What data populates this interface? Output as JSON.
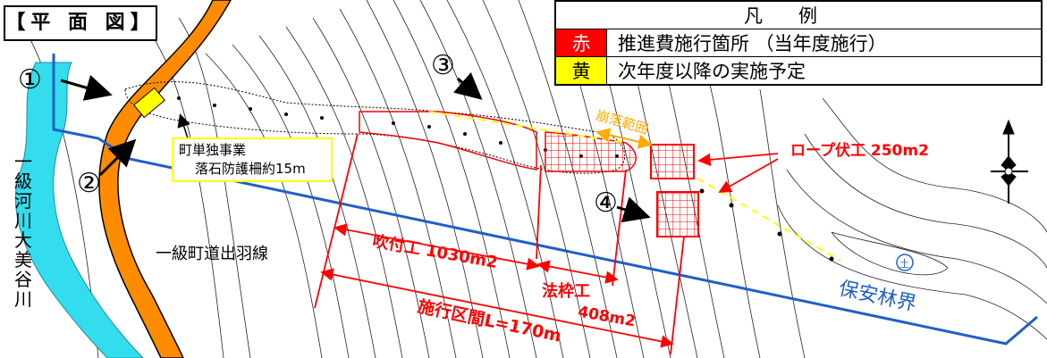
{
  "title": "【平 面 図】",
  "legend": {
    "header": "凡例",
    "rows": [
      {
        "key": "赤",
        "text": "推進費施行箇所 （当年度施行）",
        "color": "#ff0000"
      },
      {
        "key": "黄",
        "text": "次年度以降の実施予定",
        "color": "#ffff00"
      }
    ]
  },
  "markers": {
    "m1": "①",
    "m2": "②",
    "m3": "③",
    "m4": "④"
  },
  "labels": {
    "river": "一級河川大美谷川",
    "road": "一級町道出羽線",
    "collapse_range": "崩落範囲",
    "rope_work": "ロープ伏工 250m2",
    "spray_work": "吹付工 1030m2",
    "frame_work": "法枠工",
    "frame_area": "408m2",
    "section": "施行区間L=170m",
    "forest_boundary": "保安林界",
    "soil_symbol": "土"
  },
  "note": {
    "line1": "町単独事業",
    "line2": "落石防護柵約15m"
  },
  "colors": {
    "river": "#33ddee",
    "road": "#ff8c00",
    "boundary": "#1f5fc8",
    "construction": "#ff0000",
    "future": "#ffff00",
    "collapse_label": "#ffaa00"
  }
}
